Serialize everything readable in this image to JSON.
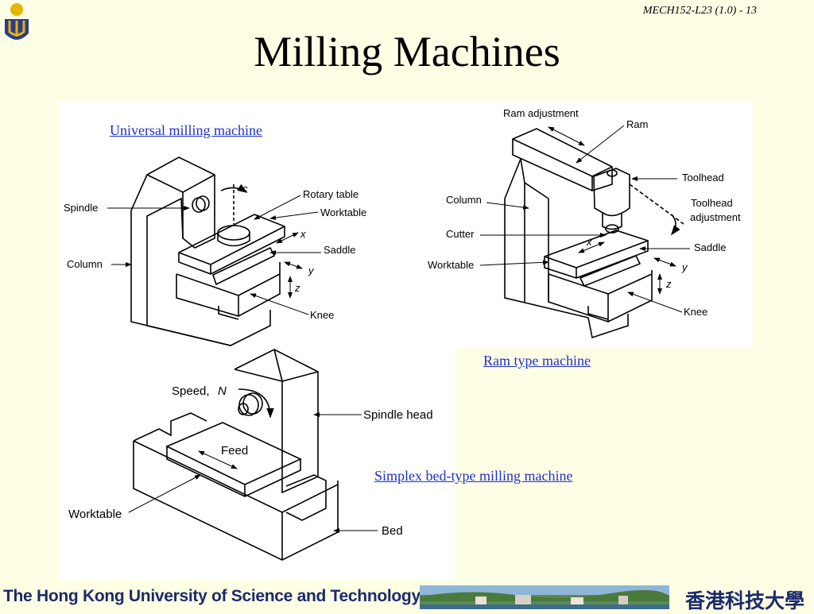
{
  "slide_number": "MECH152-L23 (1.0) - 13",
  "title": "Milling Machines",
  "captions": {
    "universal": "Universal milling machine",
    "ram": "Ram type machine",
    "simplex": "Simplex bed-type milling machine"
  },
  "universal_labels": {
    "c": "c",
    "rotary_table": "Rotary table",
    "spindle": "Spindle",
    "worktable": "Worktable",
    "x": "x",
    "saddle": "Saddle",
    "column": "Column",
    "y": "y",
    "z": "z",
    "knee": "Knee"
  },
  "ram_labels": {
    "ram_adjustment": "Ram adjustment",
    "ram": "Ram",
    "toolhead": "Toolhead",
    "column": "Column",
    "toolhead_adjustment_1": "Toolhead",
    "toolhead_adjustment_2": "adjustment",
    "cutter": "Cutter",
    "x": "x",
    "saddle": "Saddle",
    "worktable": "Worktable",
    "y": "y",
    "z": "z",
    "knee": "Knee"
  },
  "simplex_labels": {
    "speed": "Speed,",
    "n": "N",
    "spindle_head": "Spindle head",
    "feed": "Feed",
    "worktable": "Worktable",
    "bed": "Bed"
  },
  "footer": {
    "university": "The Hong Kong University of Science and Technology",
    "chinese": "香港科技大學"
  },
  "colors": {
    "background": "#ffffe5",
    "caption_link": "#1f2fd0",
    "footer_text": "#1a2a6c"
  }
}
